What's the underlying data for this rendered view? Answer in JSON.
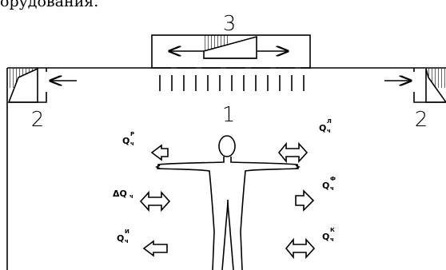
{
  "caption": "орудования.",
  "labels": {
    "unit_supply": "3",
    "unit_grille": "1",
    "unit_left": "2",
    "unit_right": "2"
  },
  "heat_flows": [
    {
      "main": "Q",
      "sub": "ч",
      "sup": "Р"
    },
    {
      "main": "Q",
      "sub": "ч",
      "sup": "Л"
    },
    {
      "main": "ΔQ",
      "sub": "ч",
      "sup": ""
    },
    {
      "main": "Q",
      "sub": "ч",
      "sup": "Ф"
    },
    {
      "main": "Q",
      "sub": "ч",
      "sup": "И"
    },
    {
      "main": "Q",
      "sub": "ч",
      "sup": "К"
    }
  ]
}
